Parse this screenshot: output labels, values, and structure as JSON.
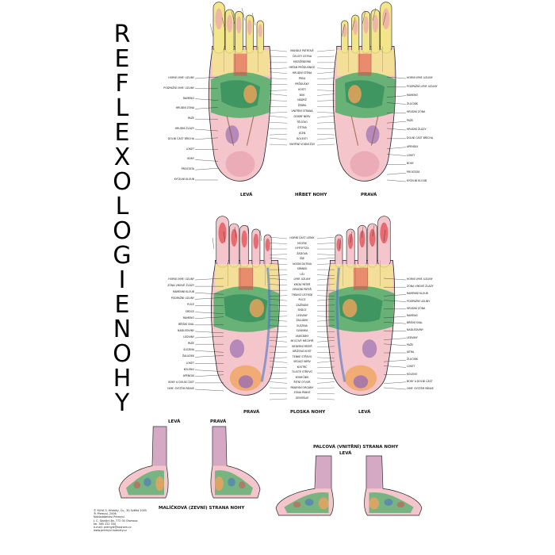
{
  "title_letters": [
    "R",
    "E",
    "F",
    "L",
    "E",
    "X",
    "O",
    "L",
    "O",
    "G",
    "I",
    "E",
    "",
    "N",
    "O",
    "H",
    "Y"
  ],
  "captions": {
    "hrbet_nohy": "HŘBET NOHY",
    "leva_top": "LEVÁ",
    "prava_top": "PRAVÁ",
    "ploska_nohy": "PLOSKA NOHY",
    "prava_mid": "PRAVÁ",
    "leva_mid": "LEVÁ",
    "leva_bl": "LEVÁ",
    "prava_bl": "PRAVÁ",
    "malickova": "MALÍČKOVÁ (ZEVNÍ) STRANA NOHY",
    "palcova": "PALCOVÁ (VNITŘNÍ) STRANA NOHY",
    "leva_br": "LEVÁ"
  },
  "top_center_labels": [
    "MANDLE PATROVÉ",
    "ČELISTI ÚSTNA",
    "MEZIŽEBERNÍ",
    "HRTAN PRŮDUŠNICE",
    "HRUDNÍ STĚNA",
    "PRSA",
    "PRŮDUŠKY",
    "KOSTI",
    "BOK",
    "NÁDRŽ",
    "ŽEBRA",
    "VNITŘNÍ STRANA",
    "DOBRÝ NERV",
    "TĚLÍČKO",
    "ŠTÍTNÁ",
    "JÍCEN",
    "BOLESTI",
    "VNITŘNÍ VODNÍ ŽÍLY"
  ],
  "top_left_labels": [
    "HORNÍ LYMF. UZLINY",
    "PODPAŽNÍ LYMF. UZLINY",
    "RAMENO",
    "HRUDNÍ ZÓNA",
    "PAŽE",
    "HRUDNÍ ŽLÁZY",
    "DOLNÍ ČÁST BŘICHA",
    "LOKET",
    "BOKY",
    "PROSTATA",
    "KYČELNÍ KLOUB"
  ],
  "top_right_labels": [
    "HORNÍ LYMF. UZLINY",
    "PODPAŽNÍ LYMF. UZLINY",
    "RAMENO",
    "ŽLUČNÍK",
    "HRUDNÍ ZÓNA",
    "PAŽE",
    "HRUDNÍ ŽLÁZY",
    "DOLNÍ ČÁST BŘICHA",
    "APENDIX",
    "LOKET",
    "BOKY",
    "PROSTATA",
    "KYČELNÍ KLOUB"
  ],
  "mid_center_labels": [
    "HORNÍ ČÁST LEBKY",
    "MOZEK",
    "HYPOFÝZA",
    "ŽÁDOVÁ",
    "ŠÍJE",
    "NOSNÍ DUTINA",
    "SPÁNEK",
    "UŠI",
    "LYMF. UZLINY",
    "KRČNÍ PÁTEŘ",
    "HRUDNÍ PÁTEŘ",
    "TRÁVICÍ ÚSTROJÍ",
    "PLÍCE",
    "ZAŽÍVÁNÍ",
    "SRDCE",
    "LEDVINY",
    "ŽALUDEK",
    "SLEZINA",
    "SLINIVKA",
    "VAJEČNÍKY",
    "MOČOVÝ MĚCHÝŘ",
    "BEDERNÍ PÁTEŘ",
    "KŘÍŽOVÁ KOST",
    "TENKÉ STŘEVO",
    "SEDACÍ NERV",
    "KOSTRČ",
    "TLUSTÉ STŘEVO",
    "KONEČNÍK",
    "ŘITNÍ OTVOR",
    "PÁNEVNÍ ORGÁNY",
    "ZÓNA PÁNVE",
    "GENITÁLIE"
  ],
  "mid_left_labels": [
    "HORNÍ LYMF. UZLINY",
    "ZÓNA VÍKOVÉ ŽLÁZY",
    "RAMENNÍ KLOUB",
    "PODPAŽNÍ UZLINY",
    "PLÍCE",
    "SRDCE",
    "RAMENO",
    "BŘÍŠNÍ SVAL",
    "NADLEDVINY",
    "LEDVINY",
    "PAŽE",
    "SLEZINA",
    "ŽALUDEK",
    "LOKET",
    "KOLENO",
    "APENDIX",
    "BOKY A DOLNÍ ČÁST",
    "LYMF. SYSTÉM PÁNVE"
  ],
  "mid_right_labels": [
    "HORNÍ LYMF. UZLINY",
    "ZÓNA VÍKOVÉ ŽLÁZY",
    "RAMENNÍ KLOUB",
    "PODPAŽNÍ UZLINY",
    "HRUDNÍ ZÓNA",
    "RAMENO",
    "BŘÍŠNÍ SVAL",
    "NADLEDVINY",
    "LEDVINY",
    "PAŽE",
    "JÁTRA",
    "ŽLUČNÍK",
    "LOKET",
    "KOLENO",
    "BOKY A DOLNÍ ČÁST",
    "LYMF. SYSTÉM PÁNVE"
  ],
  "publisher_lines": [
    "© RUYA S. Hřebíky, Čs., 30 Světlá 2005",
    "® Přemysl, 2006",
    "Nakladatelství Přemysl",
    "J. C. Studijní 8a, 772 00 Olomouc",
    "tel. 585 222 334",
    "e-mail: premysl@seznam.cz",
    "www.premysl.hodnoty.cz"
  ],
  "colors": {
    "skin": "#f4c6cc",
    "skin_dark": "#e9a3b0",
    "toe_yellow": "#f3e58a",
    "green": "#4fae68",
    "dark_green": "#2f8a55",
    "orange": "#f0a35a",
    "red": "#e0464a",
    "purple": "#9a6fb2",
    "blue": "#4a76c2",
    "brown": "#8a5a3a",
    "line": "#222222"
  }
}
